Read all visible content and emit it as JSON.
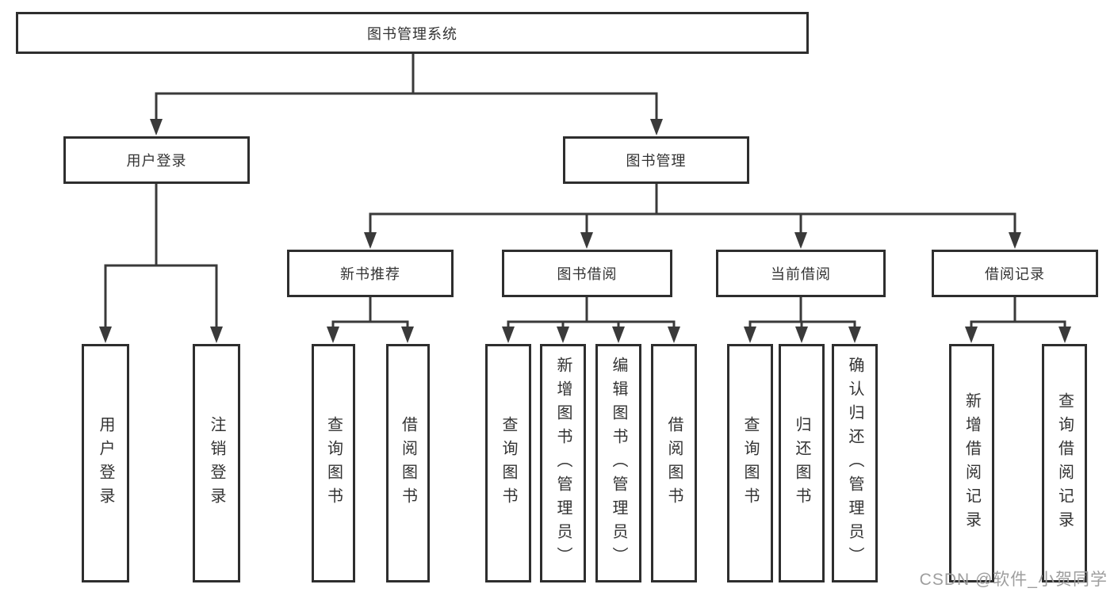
{
  "root": {
    "label": "图书管理系统"
  },
  "level2": [
    {
      "label": "用户登录"
    },
    {
      "label": "图书管理"
    }
  ],
  "level3": [
    {
      "label": "新书推荐"
    },
    {
      "label": "图书借阅"
    },
    {
      "label": "当前借阅"
    },
    {
      "label": "借阅记录"
    }
  ],
  "leaves": {
    "user_login": [
      {
        "label": "用户登录"
      },
      {
        "label": "注销登录"
      }
    ],
    "new_book_rec": [
      {
        "label": "查询图书"
      },
      {
        "label": "借阅图书"
      }
    ],
    "book_borrow": [
      {
        "label": "查询图书"
      },
      {
        "label": "新增图书（管理员）"
      },
      {
        "label": "编辑图书（管理员）"
      },
      {
        "label": "借阅图书"
      }
    ],
    "current_borrow": [
      {
        "label": "查询图书"
      },
      {
        "label": "归还图书"
      },
      {
        "label": "确认归还（管理员）"
      }
    ],
    "borrow_record": [
      {
        "label": "新增借阅记录"
      },
      {
        "label": "查询借阅记录"
      }
    ]
  },
  "watermark": {
    "text": "CSDN @软件_小贺同学"
  },
  "colors": {
    "line": "#3a3a3a",
    "border": "#2e2e2e",
    "text": "#333333",
    "background": "#ffffff",
    "watermark": "#9e9e9e"
  }
}
